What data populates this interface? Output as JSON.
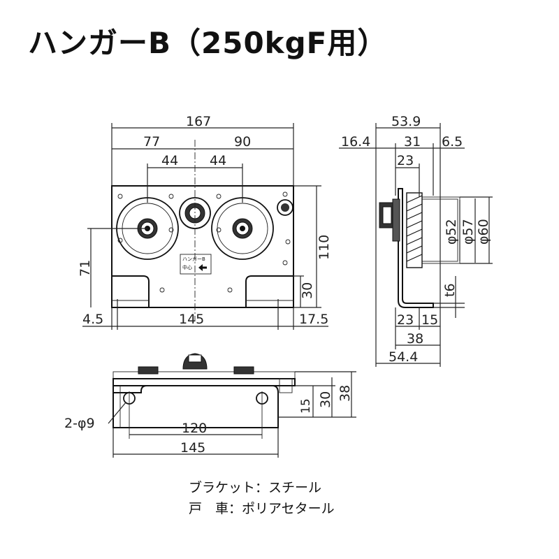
{
  "title": "ハンガーB（250kgF用）",
  "front_view": {
    "dims": {
      "overall_width": "167",
      "left_to_center": "77",
      "center_to_right": "90",
      "wheel_left": "44",
      "wheel_right": "44",
      "height": "110",
      "center_height": "71",
      "base_height": "30",
      "left_offset": "4.5",
      "hole_span": "145",
      "right_offset": "17.5"
    },
    "label_line1": "ハンガーB",
    "label_line2": "中心"
  },
  "side_view": {
    "dims": {
      "total_depth": "53.9",
      "left_part": "16.4",
      "middle_part": "31",
      "right_part": "6.5",
      "wheel_width": "23",
      "dia_52": "φ52",
      "dia_57": "φ57",
      "dia_60": "φ60",
      "thickness": "t6",
      "bottom_23": "23",
      "bottom_15": "15",
      "bottom_38": "38",
      "bottom_54": "54.4"
    }
  },
  "bottom_view": {
    "dims": {
      "holes": "2-φ9",
      "hole_pitch": "120",
      "width": "145",
      "h15": "15",
      "h30": "30",
      "h38": "38"
    }
  },
  "materials": [
    {
      "label": "ブラケット",
      "sep": "：",
      "value": "スチール"
    },
    {
      "label": "戸　車",
      "sep": "：",
      "value": "ポリアセタール"
    }
  ]
}
